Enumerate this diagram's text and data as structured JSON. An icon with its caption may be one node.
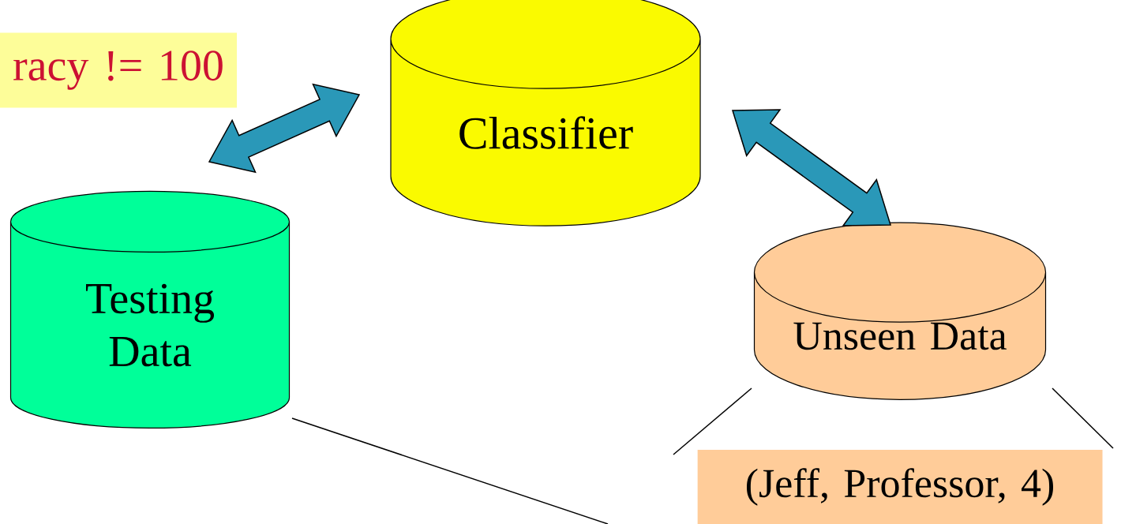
{
  "diagram": {
    "nodes": [
      {
        "text": [
          "racy != 100"
        ]
      },
      {
        "text": [
          "Classifier"
        ]
      },
      {
        "text": [
          "Testing Data"
        ]
      },
      {
        "text": [
          "Unseen Data"
        ]
      },
      {
        "text": [
          "(Jeff, Professor, 4)"
        ]
      }
    ],
    "edges": [
      {
        "from": 2,
        "to": 1,
        "arrow": "both",
        "style": "thick",
        "color": "#2a98b8"
      },
      {
        "from": 1,
        "to": 3,
        "arrow": "both",
        "style": "thick",
        "color": "#2a98b8"
      },
      {
        "from": 3,
        "to": 4,
        "arrow": "none"
      },
      {
        "from": 3,
        "to": 4,
        "arrow": "none"
      },
      {
        "from": 2,
        "to": null,
        "arrow": "none"
      }
    ]
  }
}
